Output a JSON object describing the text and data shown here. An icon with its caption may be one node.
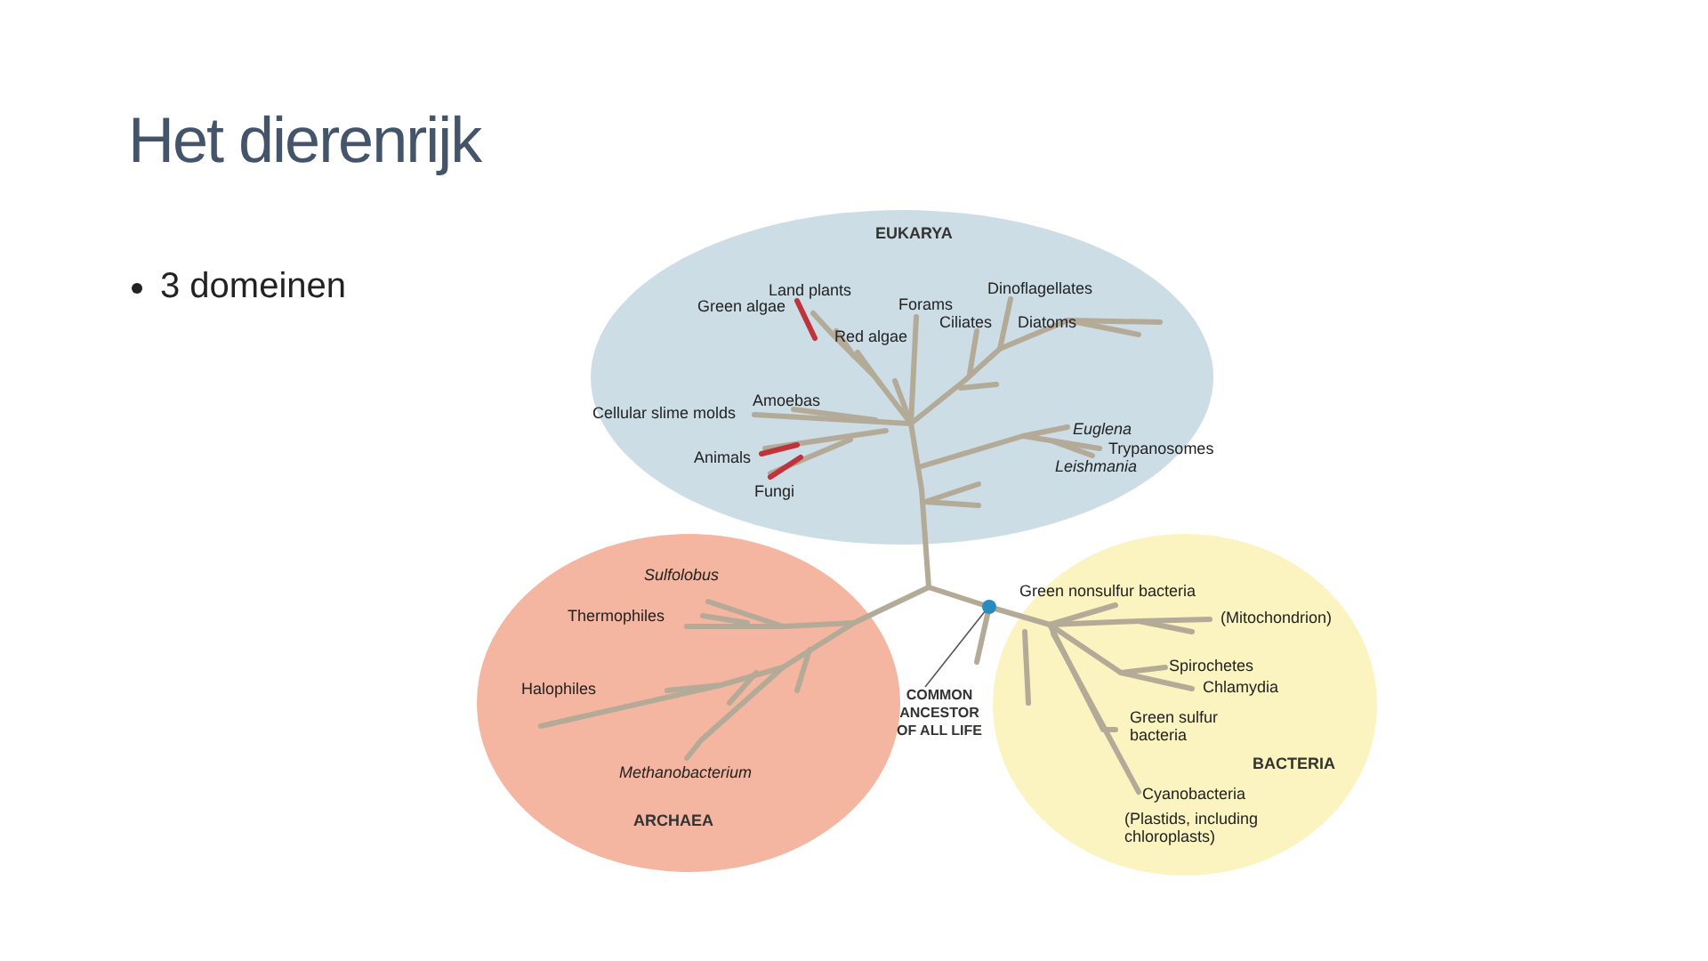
{
  "diagram": {
    "title": "Het dierenrijk",
    "nodes": [
      {
        "text": [
          "EUKARYA"
        ]
      },
      {
        "text": [
          "ARCHAEA"
        ]
      },
      {
        "text": [
          "BACTERIA"
        ]
      },
      {
        "text": [
          "COMMON ANCESTOR OF ALL LIFE"
        ]
      },
      {
        "text": [],
        "shape": "circle"
      }
    ],
    "edges": [
      {
        "from": 3,
        "to": 4,
        "arrow": "none"
      }
    ],
    "labels": [
      "3 domeinen",
      "Land plants",
      "Dinoflagellates",
      "Green algae",
      "Forams",
      "Ciliates",
      "Diatoms",
      "Red algae",
      "Amoebas",
      "Cellular slime molds",
      "Euglena",
      "Trypanosomes",
      "Animals",
      "Leishmania",
      "Fungi",
      "Sulfolobus",
      "Green nonsulfur bacteria",
      "Thermophiles",
      "(Mitochondrion)",
      "Spirochetes",
      "Halophiles",
      "Chlamydia",
      "Green sulfur bacteria",
      "Methanobacterium",
      "Cyanobacteria",
      "(Plastids, including chloroplasts)"
    ]
  }
}
